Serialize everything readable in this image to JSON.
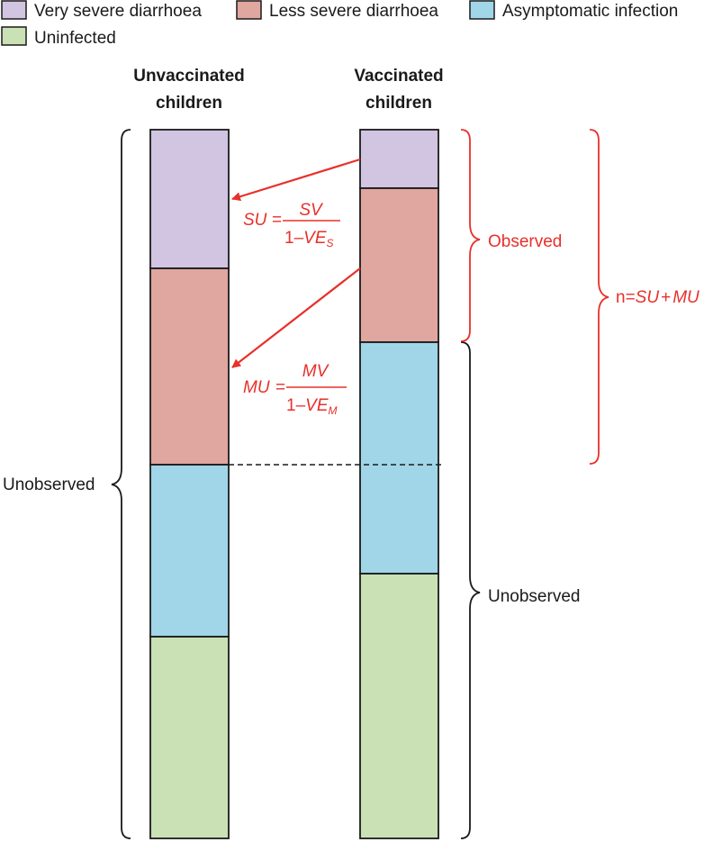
{
  "legend": [
    {
      "label": "Very severe diarrhoea",
      "color": "#d1c5e1"
    },
    {
      "label": "Less severe diarrhoea",
      "color": "#e0a6a0"
    },
    {
      "label": "Asymptomatic infection",
      "color": "#a0d6e8"
    },
    {
      "label": "Uninfected",
      "color": "#c9e1b5"
    }
  ],
  "columns": {
    "unvaccinated": {
      "line1": "Unvaccinated",
      "line2": "children"
    },
    "vaccinated": {
      "line1": "Vaccinated",
      "line2": "children"
    }
  },
  "labels": {
    "observed": "Observed",
    "unobserved_left": "Unobserved",
    "unobserved_right": "Unobserved"
  },
  "formulas": {
    "su": {
      "lhs": "SU",
      "eq": "=",
      "numerator": "SV",
      "denominator_prefix": "1–",
      "denominator_var": "VE",
      "subscript": "S"
    },
    "mu": {
      "lhs": "MU",
      "eq": "=",
      "numerator": "MV",
      "denominator_prefix": "1–",
      "denominator_var": "VE",
      "subscript": "M"
    },
    "n": {
      "lhs": "n=",
      "term1": "SU",
      "plus": "+",
      "term2": "MU"
    }
  },
  "colors": {
    "accent_red": "#e8302a",
    "very_severe": "#d1c5e1",
    "less_severe": "#e0a6a0",
    "asymptomatic": "#a0d6e8",
    "uninfected": "#c9e1b5"
  }
}
